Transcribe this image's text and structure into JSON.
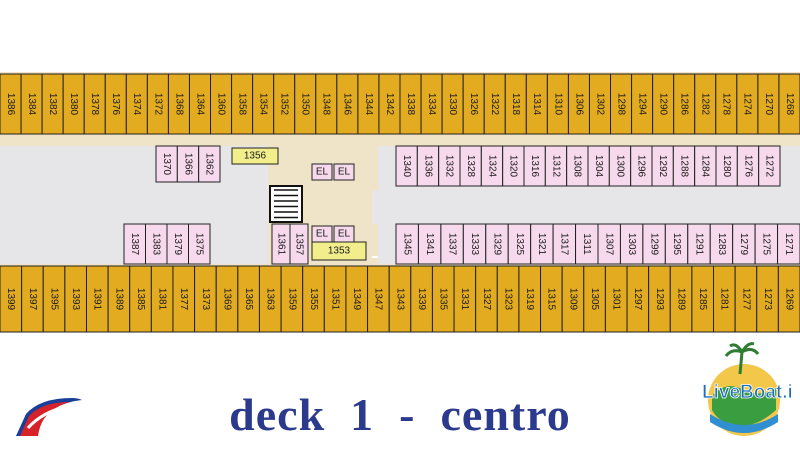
{
  "title": "deck  1  -  centro",
  "colors": {
    "cabin_outer": "#e2ab20",
    "cabin_inner": "#f6d9ec",
    "corridor": "#e6e6e9",
    "hull": "#efe3c8",
    "special": "#f2ee8c",
    "title": "#2b3a8c",
    "brand_red": "#d6232a",
    "brand_blue": "#1a3f9a"
  },
  "deck_plan": {
    "top_outer_row": [
      "1386",
      "1384",
      "1382",
      "1380",
      "1378",
      "1376",
      "1374",
      "1372",
      "1368",
      "1364",
      "1360",
      "1358",
      "1354",
      "1352",
      "1350",
      "1348",
      "1346",
      "1344",
      "1342",
      "1338",
      "1334",
      "1330",
      "1326",
      "1322",
      "1318",
      "1314",
      "1310",
      "1306",
      "1302",
      "1298",
      "1294",
      "1290",
      "1286",
      "1282",
      "1278",
      "1274",
      "1270",
      "1268"
    ],
    "top_inner_left": [
      "1370",
      "1366",
      "1362"
    ],
    "top_inner_right": [
      "1340",
      "1336",
      "1332",
      "1328",
      "1324",
      "1320",
      "1316",
      "1312",
      "1308",
      "1304",
      "1300",
      "1296",
      "1292",
      "1288",
      "1284",
      "1280",
      "1276",
      "1272"
    ],
    "bottom_inner_left": [
      "1387",
      "1383",
      "1379",
      "1375"
    ],
    "bottom_inner_mid": [
      "1361",
      "1357"
    ],
    "bottom_inner_right": [
      "1345",
      "1341",
      "1337",
      "1333",
      "1329",
      "1325",
      "1321",
      "1317",
      "1311",
      "1307",
      "1303",
      "1299",
      "1295",
      "1291",
      "1283",
      "1279",
      "1275",
      "1271"
    ],
    "bottom_outer_row": [
      "1399",
      "1397",
      "1395",
      "1393",
      "1391",
      "1389",
      "1385",
      "1381",
      "1377",
      "1373",
      "1369",
      "1365",
      "1363",
      "1359",
      "1355",
      "1351",
      "1349",
      "1347",
      "1343",
      "1339",
      "1335",
      "1331",
      "1327",
      "1323",
      "1319",
      "1315",
      "1309",
      "1305",
      "1301",
      "1297",
      "1293",
      "1289",
      "1285",
      "1281",
      "1277",
      "1273",
      "1269"
    ],
    "special_rooms": [
      "1356",
      "1353"
    ],
    "elevators": [
      "EL",
      "EL",
      "EL",
      "EL"
    ],
    "icons": [
      "stairs-icon",
      "accessible-cabin-marker"
    ]
  },
  "brand": {
    "left_logo": "carnival-funnel-logo",
    "right_logo_text": "LiveBoat.it"
  }
}
